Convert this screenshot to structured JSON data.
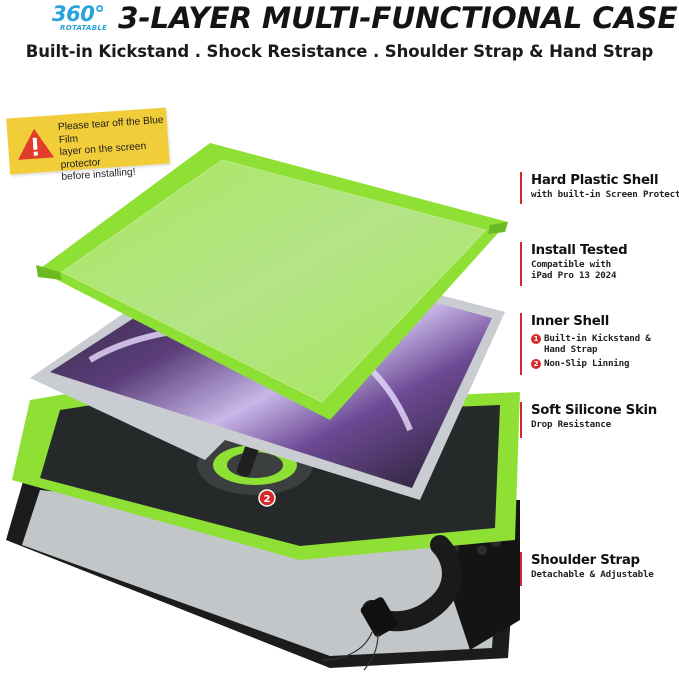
{
  "header": {
    "badge_number": "360°",
    "badge_label": "ROTATABLE",
    "title": "3-LAYER MULTI-FUNCTIONAL CASE",
    "subtitle": "Built-in Kickstand . Shock Resistance . Shoulder Strap & Hand Strap"
  },
  "warning": {
    "lines": [
      "Please tear off the Blue Film",
      "layer on the screen protector",
      "before installing!"
    ],
    "icon": "warning-icon",
    "color": "#f2cd3a"
  },
  "illustration": {
    "markers": [
      "1",
      "2",
      "2"
    ],
    "colors": {
      "green": "#8fe034",
      "black": "#1c1c1c",
      "accent": "#d62a2a"
    }
  },
  "features": [
    {
      "title": "Hard Plastic Shell",
      "desc": [
        "with built-in Screen Protector"
      ]
    },
    {
      "title": "Install Tested",
      "desc": [
        "Compatible with",
        "iPad Pro 13 2024"
      ]
    },
    {
      "title": "Inner Shell",
      "items": [
        {
          "num": "1",
          "lines": [
            "Built-in Kickstand &",
            "Hand Strap"
          ]
        },
        {
          "num": "2",
          "lines": [
            "Non-Slip Linning"
          ]
        }
      ]
    },
    {
      "title": "Soft Silicone Skin",
      "desc": [
        "Drop Resistance"
      ]
    },
    {
      "title": "Shoulder Strap",
      "desc": [
        "Detachable & Adjustable"
      ]
    }
  ]
}
